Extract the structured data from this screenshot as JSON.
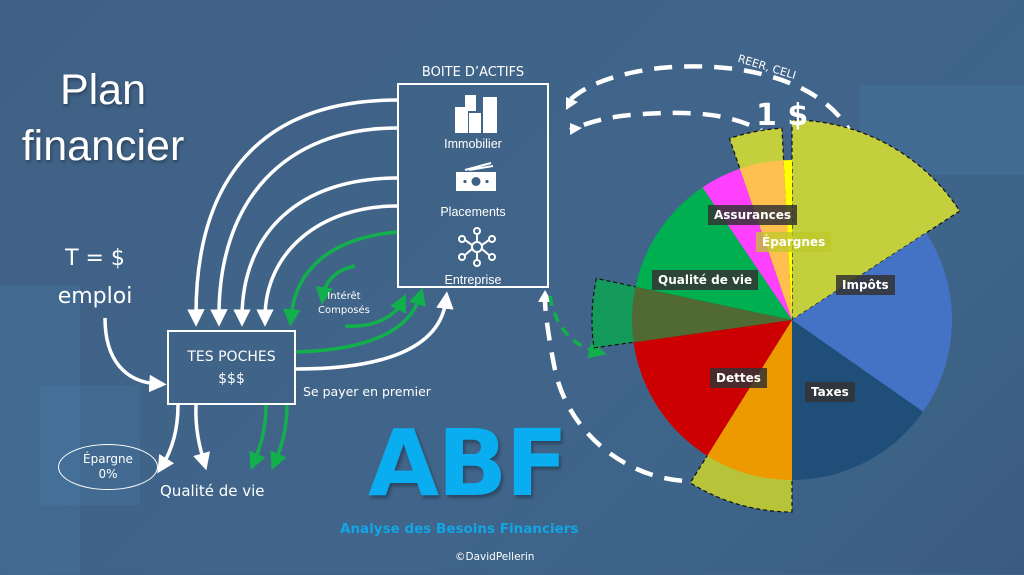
{
  "title": {
    "line1": "Plan",
    "line2": "financier"
  },
  "income": {
    "line1": "T = $",
    "line2": "emploi"
  },
  "pockets": {
    "line1": "TES POCHES",
    "line2": "$$$"
  },
  "assets": {
    "title": "BOITE D’ACTIFS",
    "items": [
      {
        "label": "Immobilier",
        "icon": "buildings-icon"
      },
      {
        "label": "Placements",
        "icon": "banknote-icon"
      },
      {
        "label": "Entreprise",
        "icon": "network-icon"
      }
    ]
  },
  "interest": {
    "line1": "Intérêt",
    "line2": "Composés"
  },
  "pay_first": "Se payer en premier",
  "savings": {
    "line1": "Épargne",
    "line2": "0%"
  },
  "quality_of_life": "Qualité de vie",
  "logo": {
    "acronym": "ABF",
    "subtitle": "Analyse des Besoins Financiers",
    "color": "#0aaef0"
  },
  "copyright": "©DavidPellerin",
  "one_dollar": "1 $",
  "reer_celi": "REER, CELI",
  "colors": {
    "arrow_white": "#ffffff",
    "arrow_green": "#12b04c"
  },
  "pie": {
    "labels": {
      "assurances": "Assurances",
      "epargnes": "Épargnes",
      "qualite": "Qualité de vie",
      "impots": "Impôts",
      "dettes": "Dettes",
      "taxes": "Taxes"
    },
    "slices": [
      {
        "name": "Épargnes (rim)",
        "start": 0,
        "end": 57,
        "color": "#c3cf3c",
        "extended": true
      },
      {
        "name": "Impôts",
        "start": 57,
        "end": 125,
        "color": "#4472c4"
      },
      {
        "name": "Taxes",
        "start": 125,
        "end": 180,
        "color": "#1f4e79"
      },
      {
        "name": "Orange",
        "start": 180,
        "end": 212,
        "color": "#ed9a00",
        "rim": "#b7c43a"
      },
      {
        "name": "Dettes",
        "start": 212,
        "end": 262,
        "color": "#cc0000"
      },
      {
        "name": "Dettes overlay",
        "start": 262,
        "end": 282,
        "color": "#516932",
        "extended": true,
        "extColor": "#149a5a"
      },
      {
        "name": "Qualité de vie",
        "start": 282,
        "end": 326,
        "color": "#00b050"
      },
      {
        "name": "Assurances",
        "start": 326,
        "end": 341,
        "color": "#ff40ff"
      },
      {
        "name": "Orange small",
        "start": 341,
        "end": 357,
        "color": "#ffc04f",
        "rim": "#c3cf3c"
      },
      {
        "name": "Épargnes",
        "start": 357,
        "end": 360,
        "color": "#ffff00"
      }
    ]
  }
}
